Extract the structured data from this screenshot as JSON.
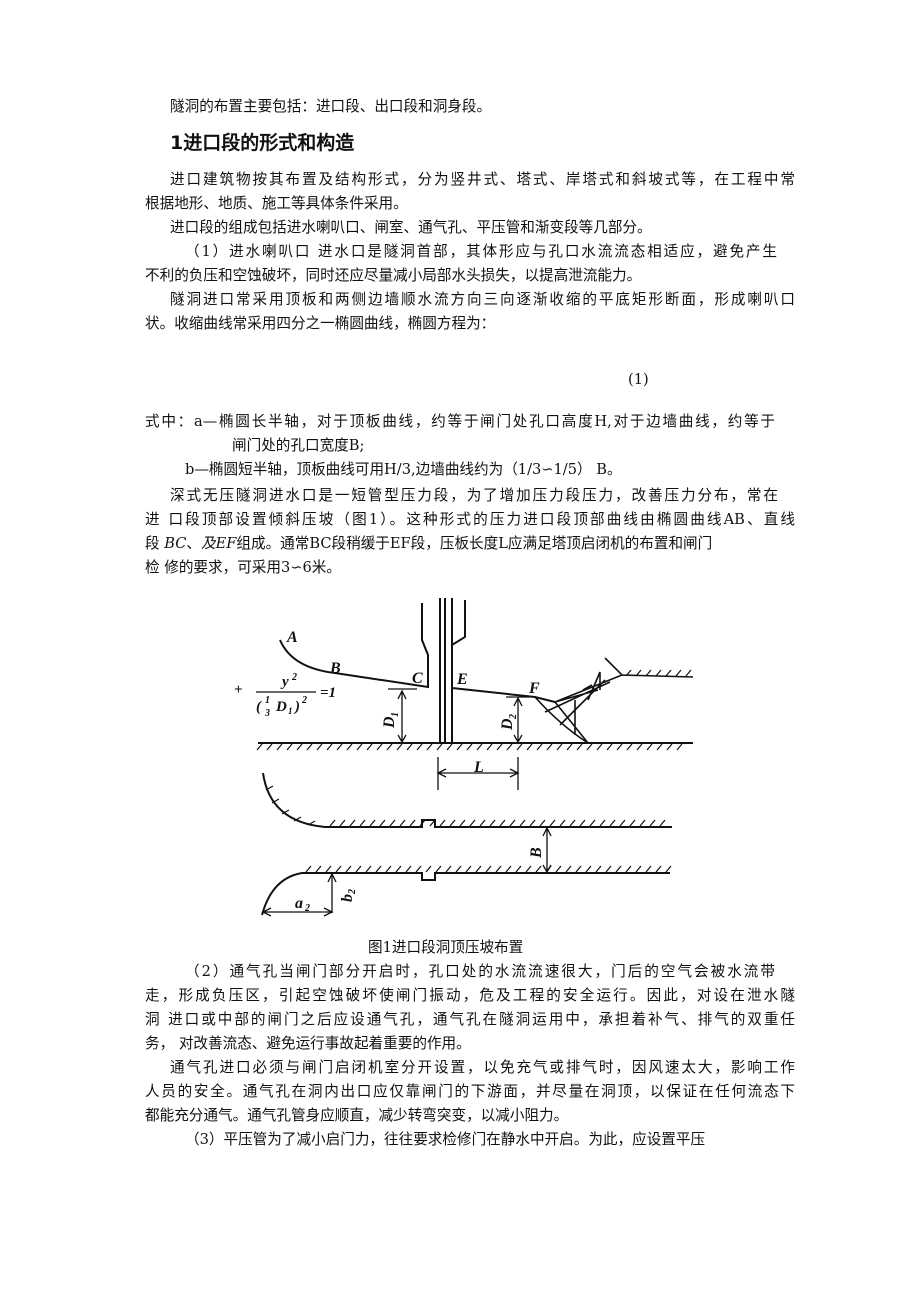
{
  "intro": "隧洞的布置主要包括：进口段、出口段和洞身段。",
  "heading": "1进口段的形式和构造",
  "p1": [
    "进口建筑物按其布置及结构形式，分为竖井式、塔式、岸塔式和斜坡式等，在工程中常",
    "根据地形、地质、施工等具体条件采用。"
  ],
  "p2": "进口段的组成包括进水喇叭口、闸室、通气孔、平压管和渐变段等几部分。",
  "p3": [
    "（1）进水喇叭口 进水口是隧洞首部，其体形应与孔口水流流态相适应，避免产生",
    "不利的负压和空蚀破坏，同时还应尽量减小局部水头损失，以提高泄流能力。"
  ],
  "p4": [
    "隧洞进口常采用顶板和两侧边墙顺水流方向三向逐渐收缩的平底矩形断面，形成喇叭口",
    "状。收缩曲线常采用四分之一椭圆曲线，椭圆方程为："
  ],
  "eq_number": "(1)",
  "where": [
    "式中：a—椭圆长半轴，对于顶板曲线，约等于闸门处孔口高度H,对于边墙曲线，约等于",
    "闸门处的孔口宽度B;",
    "b—椭圆短半轴，顶板曲线可用H/3,边墙曲线约为（1/3∽1/5） B。"
  ],
  "p5": [
    "深式无压隧洞进水口是一短管型压力段，为了增加压力段压力，改善压力分布，常在",
    "进 口段顶部设置倾斜压坡（图1）。这种形式的压力进口段顶部曲线由椭圆曲线AB、直线"
  ],
  "p5_line3": [
    "段 ",
    "BC",
    "、",
    "及EF",
    "组成。通常BC段稍缓于EF段，压板长度L应满足塔顶启闭机的布置和闸门"
  ],
  "p5_line4": "检 修的要求，可采用3∽6米。",
  "figure": {
    "caption": "图1进口段洞顶压坡布置",
    "labels": {
      "A": "A",
      "B": "B",
      "C": "C",
      "E": "E",
      "F": "F",
      "D1": "D",
      "D1_sub": "1",
      "D2": "D",
      "D2_sub": "2",
      "L": "L",
      "Bw": "B",
      "a2": "a",
      "a2_sub": "2",
      "b2": "b",
      "b2_sub": "2"
    },
    "formula": {
      "plus": "+",
      "num": "y",
      "num_sup": "2",
      "den_open": "(",
      "frac_n": "1",
      "frac_d": "3",
      "den_var": "D",
      "den_sub": "1",
      "den_close": ")",
      "den_sup": "2",
      "eq": "=1"
    }
  },
  "p6": [
    "（2）通气孔当闸门部分开启时，孔口处的水流流速很大，门后的空气会被水流带",
    "走，形成负压区，引起空蚀破坏使闸门振动，危及工程的安全运行。因此，对设在泄水隧",
    "洞 进口或中部的闸门之后应设通气孔，通气孔在隧洞运用中，承担着补气、排气的双重任",
    "务， 对改善流态、避免运行事故起着重要的作用。"
  ],
  "p7": [
    "通气孔进口必须与闸门启闭机室分开设置，以免充气或排气时，因风速太大，影响工作",
    "人员的安全。通气孔在洞内出口应仅靠闸门的下游面，并尽量在洞顶，以保证在任何流态下",
    "都能充分通气。通气孔管身应顺直，减少转弯突变，以减小阻力。"
  ],
  "p8": "（3）平压管为了减小启门力，往往要求检修门在静水中开启。为此，应设置平压"
}
